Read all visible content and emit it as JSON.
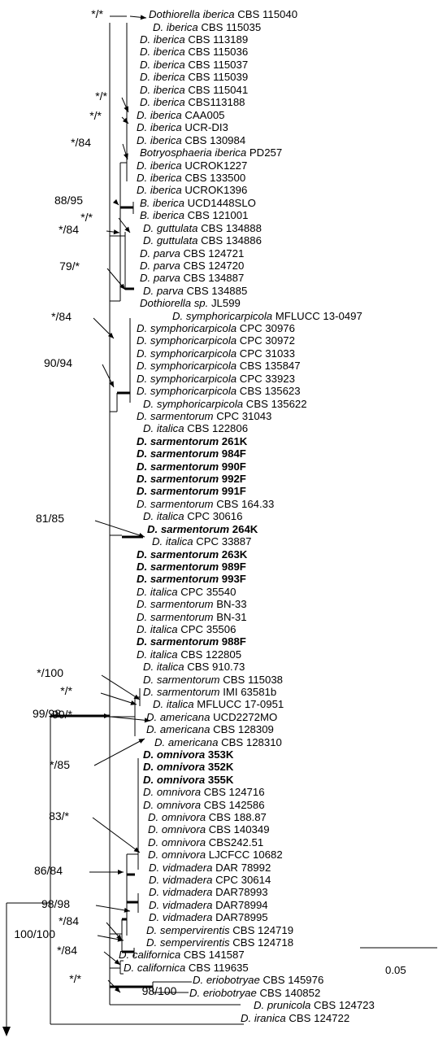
{
  "taxa": [
    {
      "genus": "Dothiorella",
      "species": "iberica",
      "strain": "CBS 115040"
    },
    {
      "genus": "D.",
      "species": "iberica",
      "strain": "CBS 115035"
    },
    {
      "genus": "D.",
      "species": "iberica",
      "strain": "CBS 113189"
    },
    {
      "genus": "D.",
      "species": "iberica",
      "strain": "CBS 115036"
    },
    {
      "genus": "D.",
      "species": "iberica",
      "strain": "CBS 115037"
    },
    {
      "genus": "D.",
      "species": "iberica",
      "strain": "CBS 115039"
    },
    {
      "genus": "D.",
      "species": "iberica",
      "strain": "CBS 115041"
    },
    {
      "genus": "D.",
      "species": "iberica",
      "strain": "CBS113188"
    },
    {
      "genus": "D.",
      "species": "iberica",
      "strain": "CAA005"
    },
    {
      "genus": "D.",
      "species": "iberica",
      "strain": "UCR-DI3"
    },
    {
      "genus": "D.",
      "species": "iberica",
      "strain": "CBS 130984"
    },
    {
      "genus": "Botryosphaeria",
      "species": "iberica",
      "strain": "PD257"
    },
    {
      "genus": "D.",
      "species": "iberica",
      "strain": "UCROK1227"
    },
    {
      "genus": "D.",
      "species": "iberica",
      "strain": "CBS 133500"
    },
    {
      "genus": "D.",
      "species": "iberica",
      "strain": "UCROK1396"
    },
    {
      "genus": "B.",
      "species": "iberica",
      "strain": "UCD1448SLO"
    },
    {
      "genus": "B.",
      "species": "iberica",
      "strain": "CBS 121001"
    },
    {
      "genus": "D.",
      "species": "guttulata",
      "strain": "CBS 134888"
    },
    {
      "genus": "D.",
      "species": "guttulata",
      "strain": "CBS 134886"
    },
    {
      "genus": "D.",
      "species": "parva",
      "strain": "CBS 124721"
    },
    {
      "genus": "D.",
      "species": "parva",
      "strain": "CBS 124720"
    },
    {
      "genus": "D.",
      "species": "parva",
      "strain": "CBS 134887"
    },
    {
      "genus": "D.",
      "species": "parva",
      "strain": "CBS 134885"
    },
    {
      "genus": "Dothiorella",
      "species": "sp.",
      "strain": "JL599"
    },
    {
      "genus": "D.",
      "species": "symphoricarpicola",
      "strain": "MFLUCC 13-0497"
    },
    {
      "genus": "D.",
      "species": "symphoricarpicola",
      "strain": "CPC 30976"
    },
    {
      "genus": "D.",
      "species": "symphoricarpicola",
      "strain": "CPC 30972"
    },
    {
      "genus": "D.",
      "species": "symphoricarpicola",
      "strain": "CPC 31033"
    },
    {
      "genus": "D.",
      "species": "symphoricarpicola",
      "strain": "CBS 135847"
    },
    {
      "genus": "D.",
      "species": "symphoricarpicola",
      "strain": "CPC 33923"
    },
    {
      "genus": "D.",
      "species": "symphoricarpicola",
      "strain": "CBS 135623"
    },
    {
      "genus": "D.",
      "species": "symphoricarpicola",
      "strain": "CBS 135622"
    },
    {
      "genus": "D.",
      "species": "sarmentorum",
      "strain": "CPC 31043"
    },
    {
      "genus": "D.",
      "species": "italica",
      "strain": "CBS 122806"
    },
    {
      "genus": "D.",
      "species": "sarmentorum",
      "strain": "261K",
      "bold": true
    },
    {
      "genus": "D.",
      "species": "sarmentorum",
      "strain": "984F",
      "bold": true
    },
    {
      "genus": "D.",
      "species": "sarmentorum",
      "strain": "990F",
      "bold": true
    },
    {
      "genus": "D.",
      "species": "sarmentorum",
      "strain": "992F",
      "bold": true
    },
    {
      "genus": "D.",
      "species": "sarmentorum",
      "strain": "991F",
      "bold": true
    },
    {
      "genus": "D.",
      "species": "sarmentorum",
      "strain": "CBS 164.33"
    },
    {
      "genus": "D.",
      "species": "italica",
      "strain": "CPC 30616"
    },
    {
      "genus": "D.",
      "species": "sarmentorum",
      "strain": "264K",
      "bold": true
    },
    {
      "genus": "D.",
      "species": "italica",
      "strain": "CPC 33887"
    },
    {
      "genus": "D.",
      "species": "sarmentorum",
      "strain": "263K",
      "bold": true
    },
    {
      "genus": "D.",
      "species": "sarmentorum",
      "strain": "989F",
      "bold": true
    },
    {
      "genus": "D.",
      "species": "sarmentorum",
      "strain": "993F",
      "bold": true
    },
    {
      "genus": "D.",
      "species": "italica",
      "strain": "CPC 35540"
    },
    {
      "genus": "D.",
      "species": "sarmentorum",
      "strain": "BN-33"
    },
    {
      "genus": "D.",
      "species": "sarmentorum",
      "strain": "BN-31"
    },
    {
      "genus": "D.",
      "species": "italica",
      "strain": "CPC 35506"
    },
    {
      "genus": "D.",
      "species": "sarmentorum",
      "strain": "988F",
      "bold": true
    },
    {
      "genus": "D.",
      "species": "italica",
      "strain": "CBS 122805"
    },
    {
      "genus": "D.",
      "species": "italica",
      "strain": "CBS 910.73"
    },
    {
      "genus": "D.",
      "species": "sarmentorum",
      "strain": "CBS 115038"
    },
    {
      "genus": "D.",
      "species": "sarmentorum",
      "strain": "IMI 63581b"
    },
    {
      "genus": "D.",
      "species": "italica",
      "strain": "MFLUCC 17-0951"
    },
    {
      "genus": "D.",
      "species": "americana",
      "strain": "UCD2272MO"
    },
    {
      "genus": "D.",
      "species": "americana",
      "strain": "CBS 128309"
    },
    {
      "genus": "D.",
      "species": "americana",
      "strain": "CBS 128310"
    },
    {
      "genus": "D.",
      "species": "omnivora",
      "strain": "353K",
      "bold": true
    },
    {
      "genus": "D.",
      "species": "omnivora",
      "strain": "352K",
      "bold": true
    },
    {
      "genus": "D.",
      "species": "omnivora",
      "strain": "355K",
      "bold": true
    },
    {
      "genus": "D.",
      "species": "omnivora",
      "strain": "CBS 124716"
    },
    {
      "genus": "D.",
      "species": "omnivora",
      "strain": "CBS 142586"
    },
    {
      "genus": "D.",
      "species": "omnivora",
      "strain": "CBS 188.87"
    },
    {
      "genus": "D.",
      "species": "omnivora",
      "strain": "CBS 140349"
    },
    {
      "genus": "D.",
      "species": "omnivora",
      "strain": "CBS242.51"
    },
    {
      "genus": "D.",
      "species": "omnivora",
      "strain": "LJCFCC 10682"
    },
    {
      "genus": "D.",
      "species": "vidmadera",
      "strain": "DAR 78992"
    },
    {
      "genus": "D.",
      "species": "vidmadera",
      "strain": "CPC 30614"
    },
    {
      "genus": "D.",
      "species": "vidmadera",
      "strain": "DAR78993"
    },
    {
      "genus": "D.",
      "species": "vidmadera",
      "strain": "DAR78994"
    },
    {
      "genus": "D.",
      "species": "vidmadera",
      "strain": "DAR78995"
    },
    {
      "genus": "D.",
      "species": "sempervirentis",
      "strain": "CBS 124719"
    },
    {
      "genus": "D.",
      "species": "sempervirentis",
      "strain": "CBS 124718"
    },
    {
      "genus": "D.",
      "species": "californica",
      "strain": "CBS 141587"
    },
    {
      "genus": "D.",
      "species": "californica",
      "strain": "CBS 119635"
    },
    {
      "genus": "D.",
      "species": "eriobotryae",
      "strain": "CBS 145976"
    },
    {
      "genus": "D.",
      "species": "eriobotryae",
      "strain": "CBS 140852"
    },
    {
      "genus": "D.",
      "species": "prunicola",
      "strain": "CBS 124723"
    },
    {
      "genus": "D.",
      "species": "iranica",
      "strain": "CBS 124722"
    }
  ],
  "support_values": [
    "*/*",
    "*/*",
    "*/*",
    "*/84",
    "88/95",
    "*/*",
    "*/84",
    "79/*",
    "*/84",
    "90/94",
    "81/85",
    "*/100",
    "*/*",
    "99/98",
    "90/*",
    "*/85",
    "83/*",
    "86/84",
    "98/98",
    "*/84",
    "100/100",
    "*/84",
    "*/*",
    "98/100"
  ],
  "scale_bar": {
    "label": "0.05"
  }
}
